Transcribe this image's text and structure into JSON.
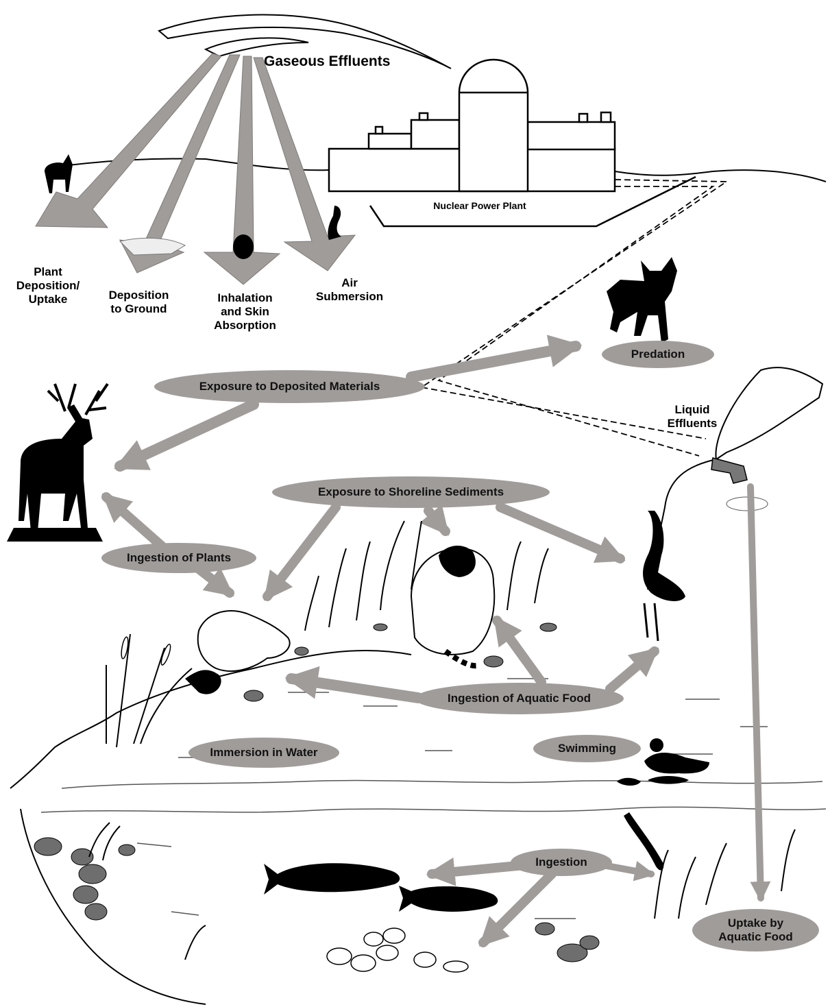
{
  "colors": {
    "arrow_fill": "#a09c99",
    "pill_fill": "#a09c99",
    "ink": "#000000",
    "rock": "#6e6e6e"
  },
  "labels": {
    "gaseous_effluents": "Gaseous Effluents",
    "nuclear_power_plant": "Nuclear Power Plant",
    "plant_deposition_uptake": "Plant\nDeposition/\nUptake",
    "deposition_to_ground": "Deposition\nto Ground",
    "inhalation_skin_absorption": "Inhalation\nand Skin\nAbsorption",
    "air_submersion": "Air\nSubmersion",
    "liquid_effluents": "Liquid\nEffluents"
  },
  "pathways": {
    "predation": "Predation",
    "exposure_deposited": "Exposure to Deposited Materials",
    "exposure_shoreline": "Exposure to Shoreline Sediments",
    "ingestion_plants": "Ingestion of Plants",
    "ingestion_aquatic_food": "Ingestion of Aquatic Food",
    "immersion_water": "Immersion in Water",
    "swimming": "Swimming",
    "ingestion": "Ingestion",
    "uptake_aquatic_food": "Uptake by\nAquatic Food"
  },
  "icons": [
    "deer-icon",
    "fox-icon",
    "heron-icon",
    "beaver-icon",
    "raccoon-icon",
    "duck-icon",
    "fish-icon",
    "clam-icon",
    "cattail-icon",
    "effluent-pipe-icon"
  ]
}
